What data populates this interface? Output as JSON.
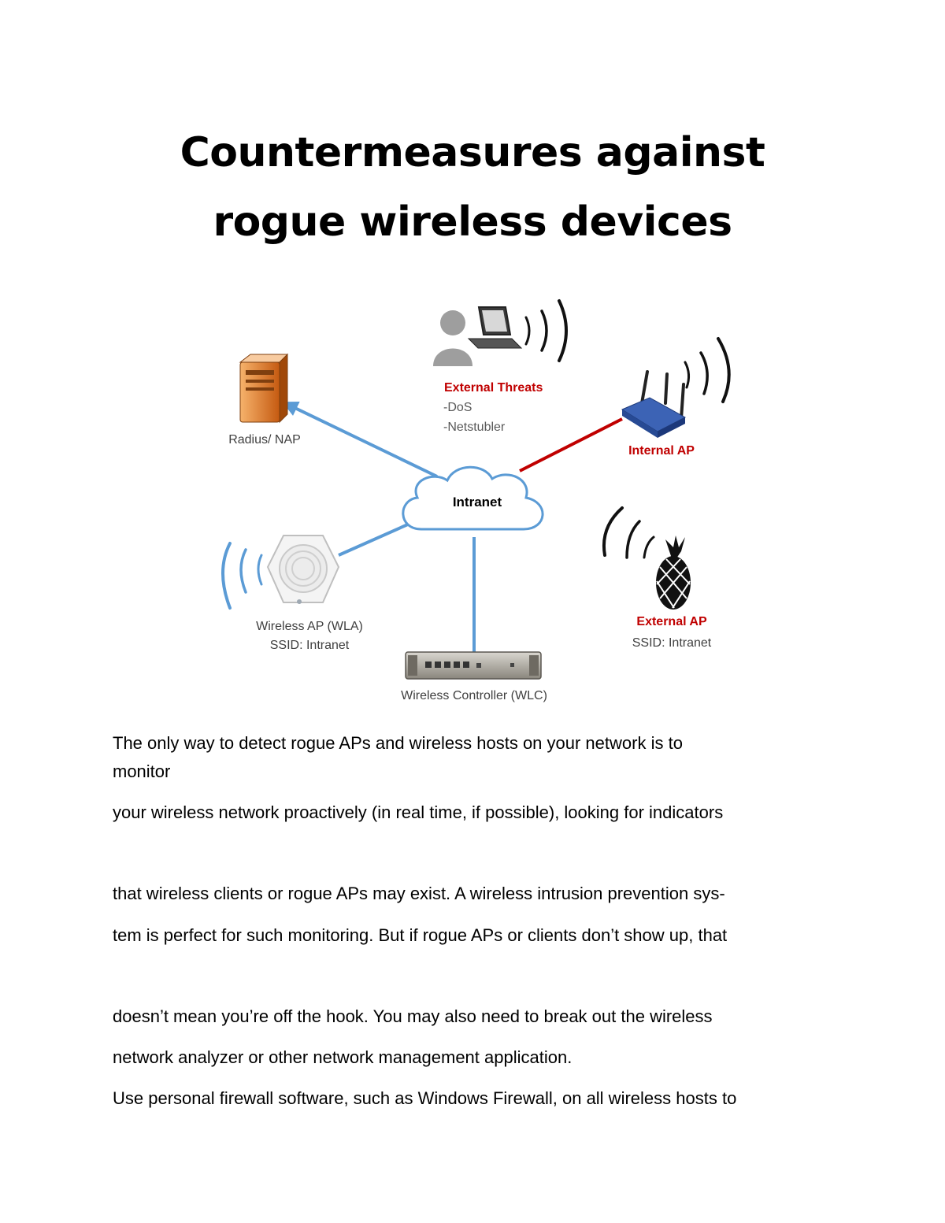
{
  "title": {
    "line1": "Countermeasures against",
    "line2": "rogue wireless devices"
  },
  "diagram": {
    "intranet": "Intranet",
    "radius": "Radius/ NAP",
    "external_threats": {
      "heading": "External Threats",
      "items": [
        "-DoS",
        "-Netstubler"
      ]
    },
    "internal_ap": "Internal AP",
    "wireless_ap": {
      "label": "Wireless AP (WLA)",
      "ssid": "SSID:  Intranet"
    },
    "external_ap": {
      "label": "External AP",
      "ssid": "SSID:  Intranet"
    },
    "controller": "Wireless Controller (WLC)",
    "colors": {
      "blue_link": "#5b9bd5",
      "red_link": "#c00000",
      "red_text": "#c00000",
      "gray_text": "#595959"
    }
  },
  "body": [
    "The only way to detect rogue APs and wireless hosts on your network is to",
    "monitor",
    "your wireless network proactively (in real time, if possible), looking for indicators",
    "that wireless clients or rogue APs may exist. A wireless intrusion prevention sys-",
    "tem is perfect for such monitoring. But if rogue APs or clients don’t show up, that",
    "doesn’t mean you’re off the hook. You may also need to break out the wireless",
    "network analyzer or other network management application.",
    "Use personal firewall software, such as Windows Firewall, on all wireless hosts to"
  ]
}
